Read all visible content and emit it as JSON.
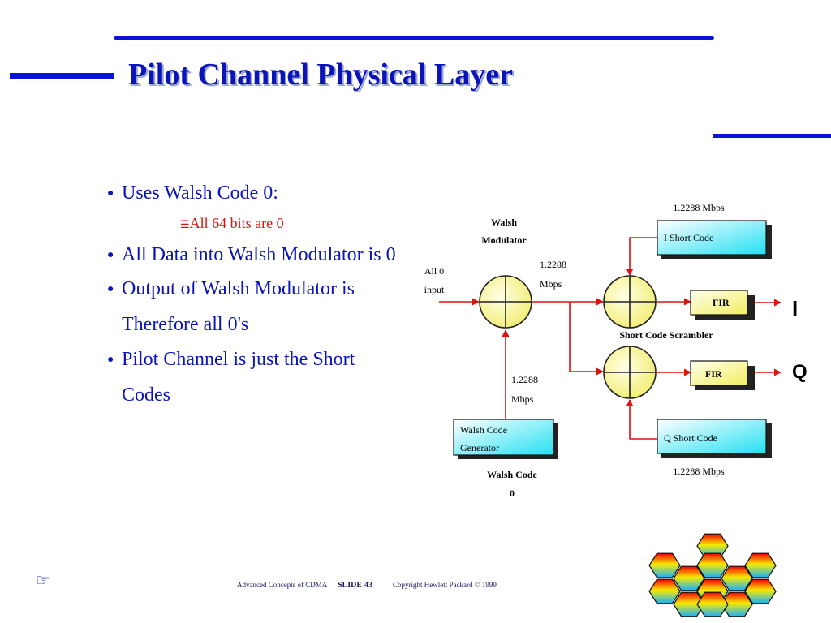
{
  "slide": {
    "title": "Pilot Channel Physical Layer",
    "bullets": [
      "Uses Walsh Code 0:",
      "All Data into Walsh Modulator is 0",
      "Output of Walsh Modulator is",
      "Therefore all 0's",
      "Pilot Channel is just the Short",
      "Codes"
    ],
    "sub_bullet": "All 64 bits are 0",
    "sub_marker_icon": "checkbox-list-icon",
    "bullet_marker_icon": "round-bullet-icon",
    "accent_color": "#0a14d6",
    "text_color": "#0a14b8",
    "sub_color": "#e01010"
  },
  "diagram": {
    "walsh_modulator_label_1": "Walsh",
    "walsh_modulator_label_2": "Modulator",
    "input_label_1": "All 0",
    "input_label_2": "input",
    "rate_mod_out_1": "1.2288",
    "rate_mod_out_2": "Mbps",
    "rate_gen_1": "1.2288",
    "rate_gen_2": "Mbps",
    "i_rate": "1.2288 Mbps",
    "q_rate": "1.2288 Mbps",
    "i_short_code": "I Short Code",
    "q_short_code": "Q Short Code",
    "fir_top": "FIR",
    "fir_bottom": "FIR",
    "scrambler_label": "Short Code Scrambler",
    "walsh_gen_1": "Walsh Code",
    "walsh_gen_2": "Generator",
    "walsh_code_label_1": "Walsh Code",
    "walsh_code_label_2": "0",
    "out_i": "I",
    "out_q": "Q",
    "line_color": "#e01010"
  },
  "footer": {
    "course": "Advanced Concepts of CDMA",
    "slide_label": "SLIDE",
    "slide_number": "43",
    "copyright": "Copyright Hewlett Packard © 1999"
  }
}
